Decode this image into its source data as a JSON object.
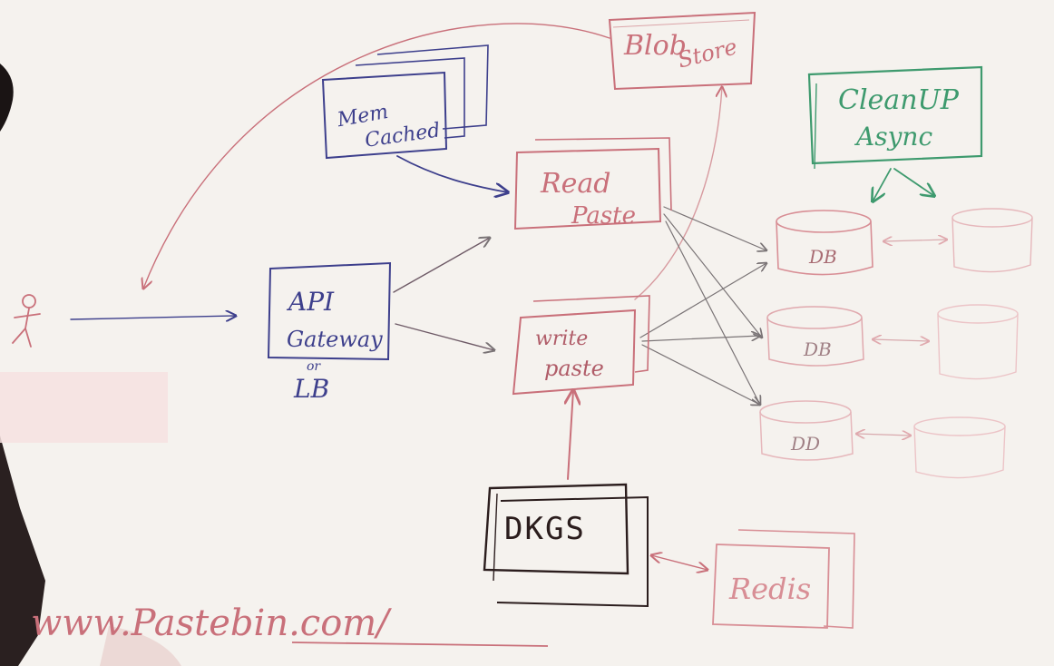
{
  "colors": {
    "blue": "#3d3f8c",
    "pink": "#c9707a",
    "green": "#3e9a6e",
    "dark": "#2b1d1d",
    "gray": "#7a7476",
    "faint": "#e6b7bb",
    "board": "#f5f2ee"
  },
  "nodes": {
    "blob_store": {
      "line1": "Blob",
      "line2": "Store"
    },
    "memcached": {
      "line1": "Mem",
      "line2": "Cached"
    },
    "cleanup_async": {
      "line1": "CleanUP",
      "line2": "Async"
    },
    "read_paste": {
      "line1": "Read",
      "line2": "Paste"
    },
    "api_gateway": {
      "line1": "API",
      "line2": "Gateway",
      "or": "or",
      "lb": "LB"
    },
    "write_paste": {
      "line1": "write",
      "line2": "paste"
    },
    "db_1": {
      "label": "DB"
    },
    "db_2": {
      "label": "DB"
    },
    "db_3": {
      "label": "DD"
    },
    "dkgs": {
      "label": "DKGS"
    },
    "redis": {
      "label": "Redis"
    }
  },
  "user": {
    "icon": "stick-figure-user"
  },
  "url_text": "www.Pastebin.com/"
}
